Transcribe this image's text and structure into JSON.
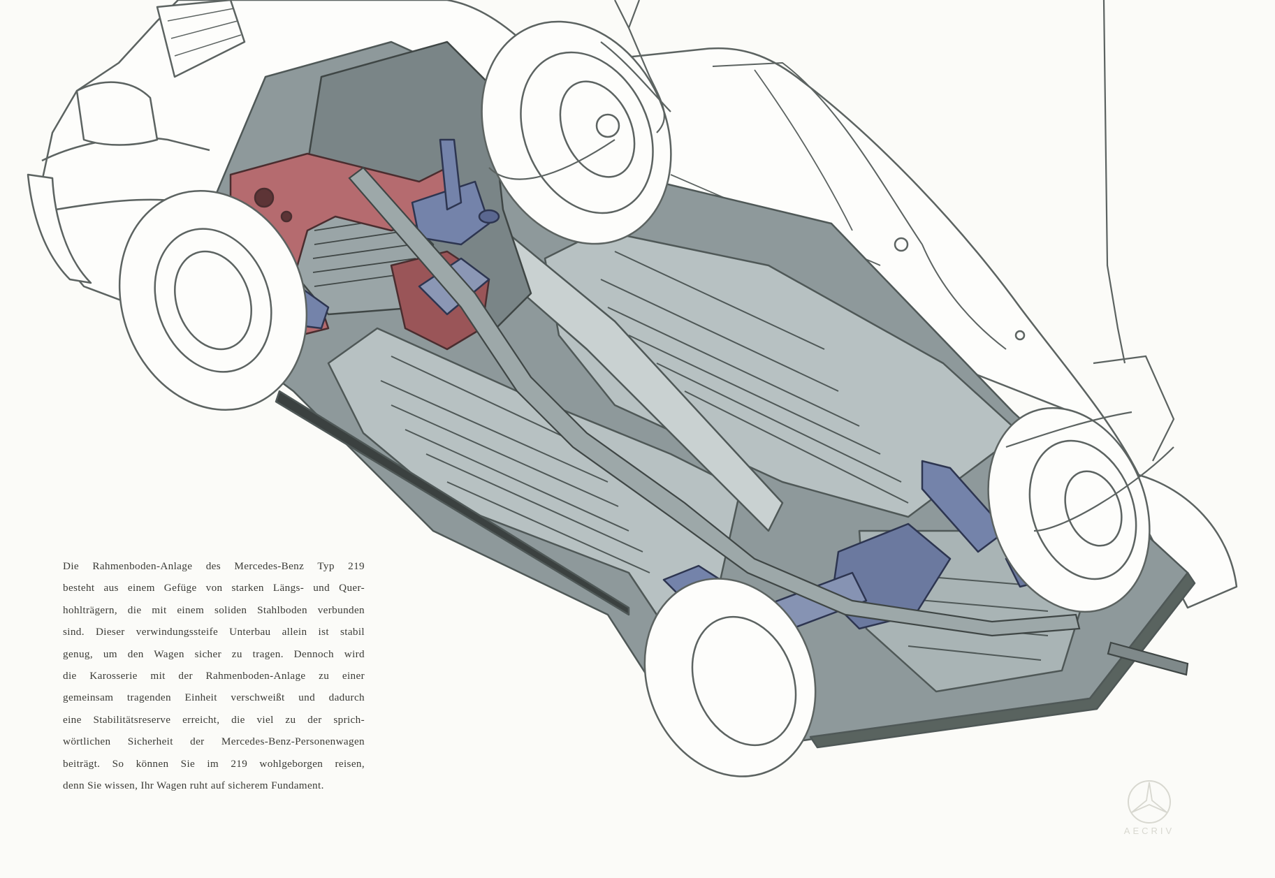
{
  "text_block": {
    "lines": [
      "Die Rahmenboden-Anlage des Mercedes-Benz Typ 219",
      "besteht aus einem Gefüge von starken Längs- und Quer-",
      "hohlträgern, die mit einem soliden Stahlboden verbunden",
      "sind. Dieser verwindungssteife Unterbau allein ist stabil",
      "genug, um den Wagen sicher zu tragen. Dennoch wird",
      "die Karosserie mit der Rahmenboden-Anlage zu einer",
      "gemeinsam tragenden Einheit verschweißt und dadurch",
      "eine Stabilitätsreserve erreicht, die viel zu der sprich-",
      "wörtlichen Sicherheit der Mercedes-Benz-Personenwagen",
      "beiträgt. So können Sie im 219 wohlgeborgen reisen,",
      "denn Sie wissen, Ihr Wagen ruht auf sicherem Fundament."
    ]
  },
  "watermark": {
    "text": "AECRIV",
    "icon": "three-pointed-star-icon"
  },
  "colors": {
    "paper": "#fbfbf8",
    "floor_pan": "#b4bec0",
    "floor_dark": "#6f7b7e",
    "frame_red": "#b06a6c",
    "axle_blue": "#6f7fa4",
    "outline": "#5c6361"
  }
}
